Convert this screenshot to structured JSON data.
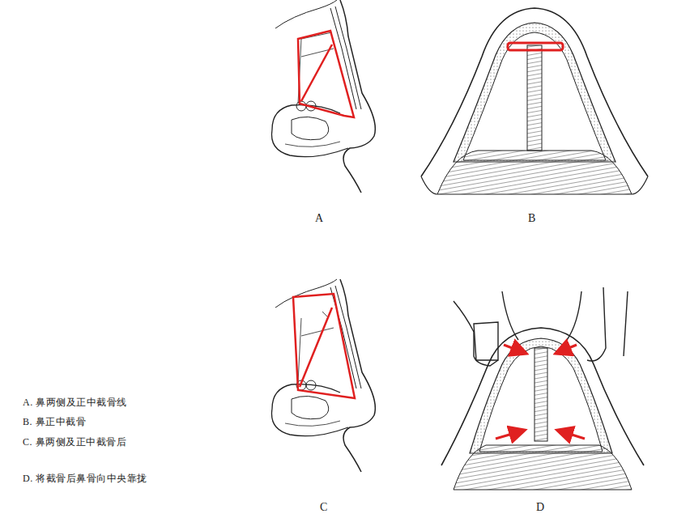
{
  "diagram": {
    "labels": [
      "A",
      "B",
      "A. 鼻两侧及正中截骨线",
      "B. 鼻正中截骨",
      "C. 鼻两侧及正中截骨后",
      "D. 将截骨后鼻骨向中央靠拢",
      "C",
      "D"
    ]
  }
}
